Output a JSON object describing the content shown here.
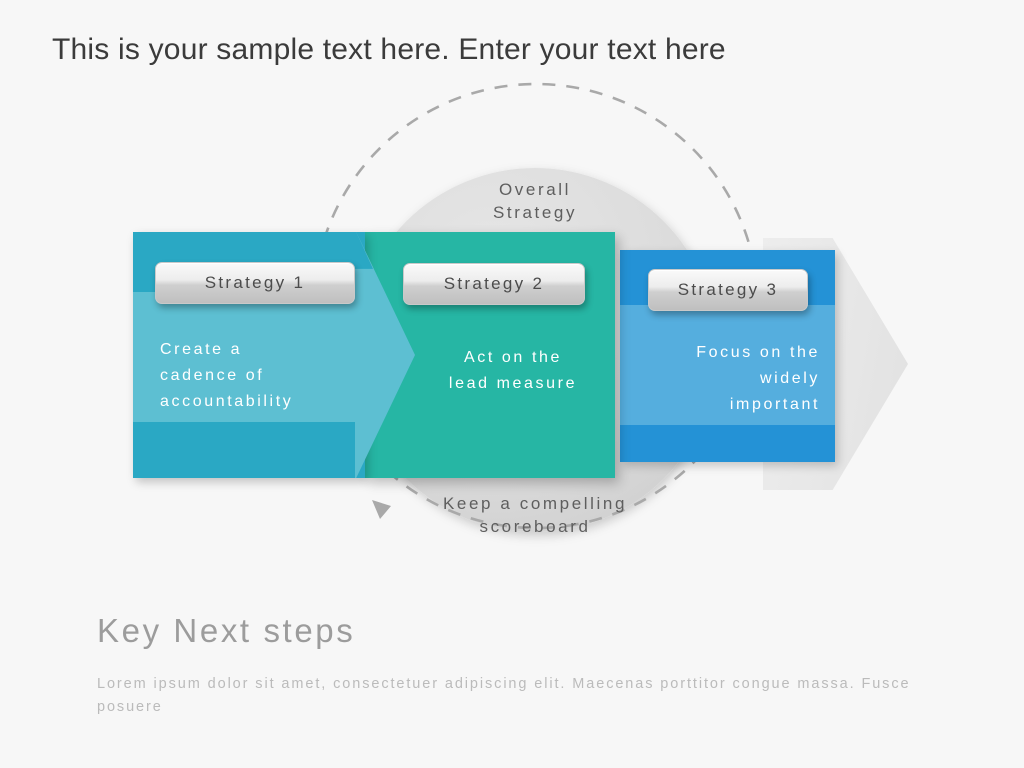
{
  "slide": {
    "title": "This is your sample text here. Enter your text here",
    "background_color": "#F7F7F7"
  },
  "diagram": {
    "circle": {
      "top_caption": "Overall\nStrategy",
      "bottom_caption": "Keep a compelling\nscoreboard",
      "fill_color": "#DCDCDC",
      "dashed_ring_color": "#A9A9A9"
    },
    "arrow_tail_color": "#E8E8E8",
    "steps": [
      {
        "badge": "Strategy 1",
        "text": "Create a\ncadence of\naccountability",
        "color": "#2AA8C4",
        "accent_color": "#5DBFD2",
        "text_align": "left"
      },
      {
        "badge": "Strategy 2",
        "text": "Act on the\nlead measure",
        "color": "#26B6A4",
        "accent_color": "#26B6A4",
        "text_align": "center"
      },
      {
        "badge": "Strategy 3",
        "text": "Focus on the\nwidely\nimportant",
        "color": "#2492D6",
        "accent_color": "#55AEDE",
        "text_align": "right"
      }
    ]
  },
  "footer": {
    "heading": "Key Next steps",
    "body": "Lorem ipsum dolor sit amet, consectetuer adipiscing elit. Maecenas porttitor congue massa. Fusce posuere"
  }
}
